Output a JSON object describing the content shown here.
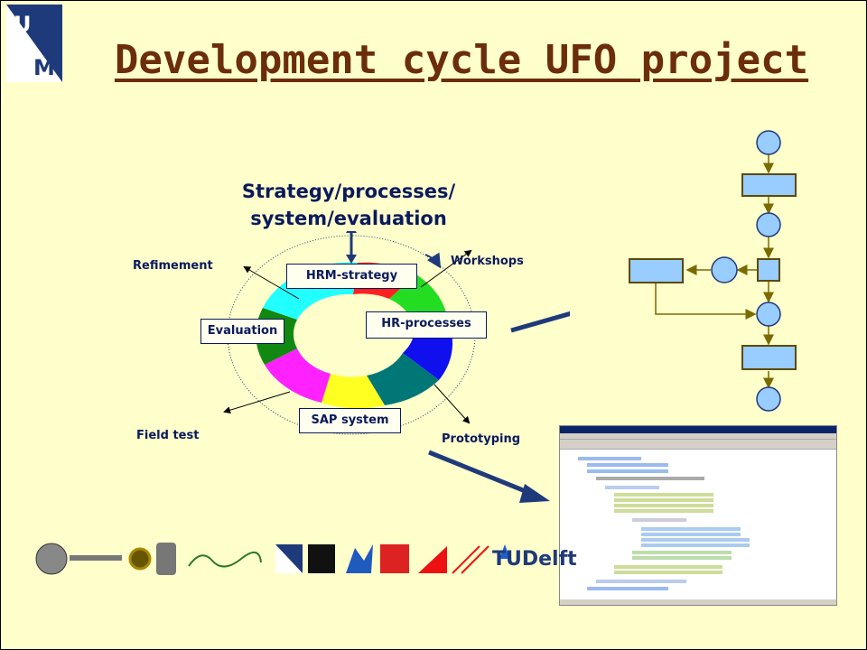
{
  "slide": {
    "title": "Development cycle UFO project",
    "logo_letters": [
      "U",
      "M"
    ]
  },
  "cycle": {
    "heading_line1": "Strategy/processes/",
    "heading_line2": "system/evaluation",
    "boxes": {
      "hrm": "HRM-strategy",
      "hr": "HR-processes",
      "sap": "SAP system",
      "eval": "Evaluation"
    },
    "outer_labels": {
      "refinement": "Refimement",
      "workshops": "Workshops",
      "prototyping": "Prototyping",
      "field_test": "Field test"
    }
  },
  "colors": {
    "background": "#ffffcc",
    "title": "#6b2d0a",
    "arrow": "#1f3a7a",
    "flow_fill": "#99ccff",
    "flow_border": "#5c4a00"
  },
  "footer": {
    "logo_text": "TUDelft"
  }
}
